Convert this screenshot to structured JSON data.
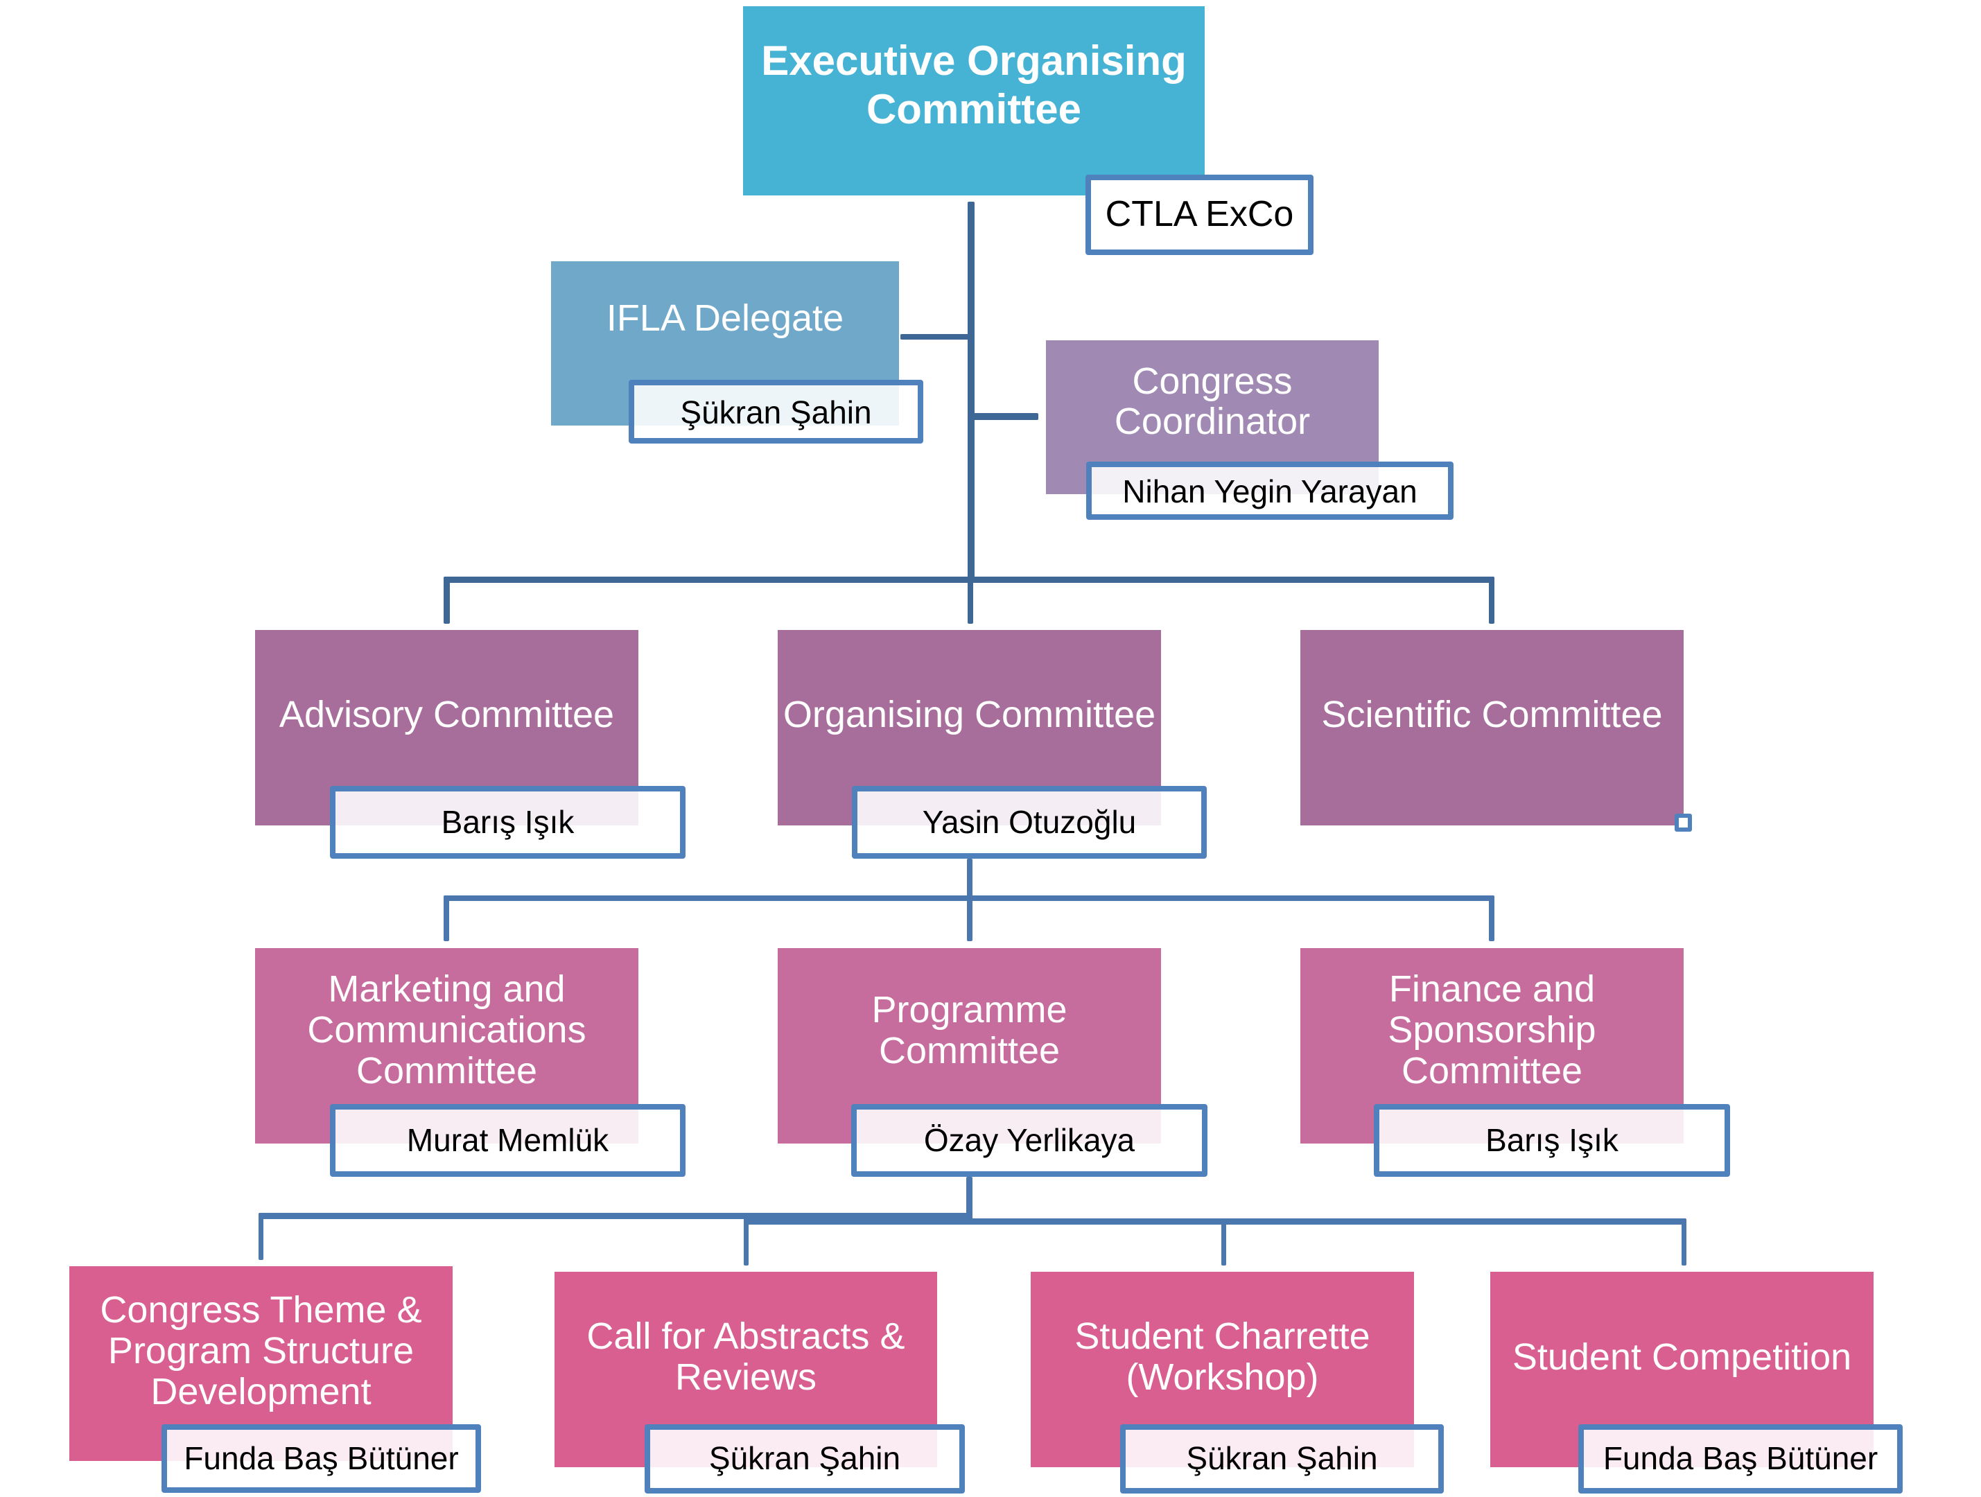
{
  "diagram": {
    "type": "organisational-chart",
    "connector_color": "#3f6796",
    "connector_color_lower": "#4a77ae",
    "name_box_border_color": "#4f81bd"
  },
  "nodes": {
    "exec": {
      "title": "Executive Organising\nCommittee",
      "person": "CTLA ExCo",
      "color": "#47b3d4"
    },
    "ifla": {
      "title": "IFLA Delegate",
      "person": "Şükran Şahin",
      "color": "#70a8c9"
    },
    "coord": {
      "title": "Congress\nCoordinator",
      "person": "Nihan Yegin Yarayan",
      "color": "#a08ab3"
    },
    "adv": {
      "title": "Advisory Committee",
      "person": "Barış Işık",
      "color": "#a76e9c"
    },
    "org": {
      "title": "Organising Committee",
      "person": "Yasin Otuzoğlu",
      "color": "#a76e9c"
    },
    "sci": {
      "title": "Scientific Committee",
      "person": "",
      "color": "#a76e9c"
    },
    "mkt": {
      "title": "Marketing and\nCommunications\nCommittee",
      "person": "Murat Memlük",
      "color": "#c66d9e"
    },
    "prog": {
      "title": "Programme\nCommittee",
      "person": "Özay Yerlikaya",
      "color": "#c66d9e"
    },
    "fin": {
      "title": "Finance and\nSponsorship\nCommittee",
      "person": "Barış Işık",
      "color": "#c66d9e"
    },
    "theme": {
      "title": "Congress Theme &\nProgram Structure\nDevelopment",
      "person": "Funda Baş Bütüner",
      "color": "#d85f90"
    },
    "call": {
      "title": "Call for Abstracts &\nReviews",
      "person": "Şükran Şahin",
      "color": "#d85f90"
    },
    "charr": {
      "title": "Student Charrette\n(Workshop)",
      "person": "Şükran Şahin",
      "color": "#d85f90"
    },
    "comp": {
      "title": "Student Competition",
      "person": "Funda Baş Bütüner",
      "color": "#d85f90"
    }
  },
  "hierarchy": {
    "exec": [
      "ifla",
      "coord",
      "adv",
      "org",
      "sci"
    ],
    "org": [
      "mkt",
      "prog",
      "fin"
    ],
    "prog": [
      "theme",
      "call",
      "charr",
      "comp"
    ]
  }
}
